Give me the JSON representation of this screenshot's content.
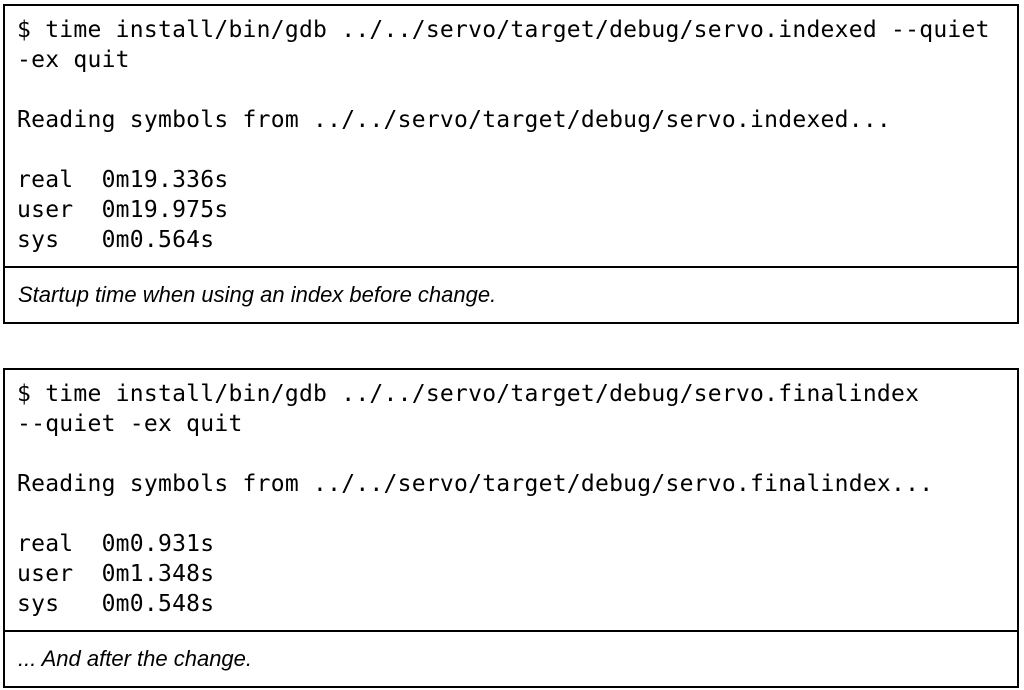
{
  "page": {
    "background_color": "#ffffff",
    "border_color": "#000000",
    "text_color": "#000000"
  },
  "figures": [
    {
      "terminal_lines": [
        "$ time install/bin/gdb ../../servo/target/debug/servo.indexed --quiet",
        "-ex quit",
        "",
        "Reading symbols from ../../servo/target/debug/servo.indexed...",
        "",
        "real  0m19.336s",
        "user  0m19.975s",
        "sys   0m0.564s"
      ],
      "command": "time install/bin/gdb ../../servo/target/debug/servo.indexed --quiet -ex quit",
      "timing": {
        "real": "0m19.336s",
        "user": "0m19.975s",
        "sys": "0m0.564s"
      },
      "caption": "Startup time when using an index before change."
    },
    {
      "terminal_lines": [
        "$ time install/bin/gdb ../../servo/target/debug/servo.finalindex",
        "--quiet -ex quit",
        "",
        "Reading symbols from ../../servo/target/debug/servo.finalindex...",
        "",
        "real  0m0.931s",
        "user  0m1.348s",
        "sys   0m0.548s"
      ],
      "command": "time install/bin/gdb ../../servo/target/debug/servo.finalindex --quiet -ex quit",
      "timing": {
        "real": "0m0.931s",
        "user": "0m1.348s",
        "sys": "0m0.548s"
      },
      "caption": "... And after the change."
    }
  ]
}
